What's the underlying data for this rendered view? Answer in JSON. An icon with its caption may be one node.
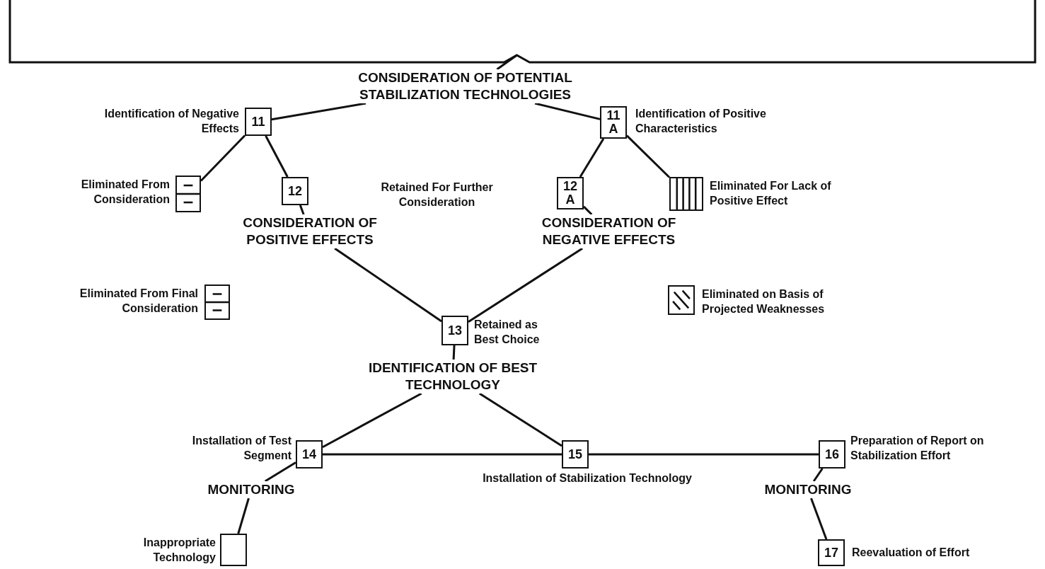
{
  "diagram": {
    "nodes": [
      {
        "text": [],
        "shape": "bracket"
      },
      {
        "text": [
          "CONSIDERATION OF POTENTIAL STABILIZATION TECHNOLOGIES"
        ]
      },
      {
        "text": [
          "11"
        ],
        "beside": [
          "Identification of Negative Effects"
        ]
      },
      {
        "text": [
          "11 A"
        ],
        "beside": [
          "Identification of Positive Characteristics"
        ]
      },
      {
        "text": [],
        "shape": "box",
        "beside": [
          "Eliminated From Consideration"
        ]
      },
      {
        "text": [
          "12"
        ]
      },
      {
        "text": [
          "12 A"
        ]
      },
      {
        "text": [],
        "shape": "box",
        "beside": [
          "Eliminated For Lack of Positive Effect"
        ]
      },
      {
        "text": [
          "CONSIDERATION OF POSITIVE EFFECTS"
        ]
      },
      {
        "text": [
          "CONSIDERATION OF NEGATIVE EFFECTS"
        ]
      },
      {
        "text": [],
        "shape": "box",
        "beside": [
          "Eliminated From Final Consideration"
        ]
      },
      {
        "text": [],
        "shape": "box",
        "beside": [
          "Eliminated on Basis of Projected Weaknesses"
        ]
      },
      {
        "text": [
          "13"
        ],
        "beside": [
          "Retained as Best Choice"
        ]
      },
      {
        "text": [
          "IDENTIFICATION OF BEST TECHNOLOGY"
        ]
      },
      {
        "text": [
          "14"
        ],
        "beside": [
          "Installation of Test Segment"
        ]
      },
      {
        "text": [
          "15"
        ],
        "beside": [
          "Installation of Stabilization Technology"
        ]
      },
      {
        "text": [
          "16"
        ],
        "beside": [
          "Preparation of Report on Stabilization Effort"
        ]
      },
      {
        "text": [
          "MONITORING"
        ]
      },
      {
        "text": [],
        "shape": "box",
        "beside": [
          "Inappropriate Technology"
        ]
      },
      {
        "text": [
          "MONITORING"
        ]
      },
      {
        "text": [
          "17"
        ],
        "beside": [
          "Reevaluation of Effort"
        ]
      }
    ],
    "edges": [
      {
        "from": 0,
        "to": 1,
        "arrow": "none"
      },
      {
        "from": 1,
        "to": 2,
        "arrow": "none"
      },
      {
        "from": 1,
        "to": 3,
        "arrow": "none"
      },
      {
        "from": 2,
        "to": 4,
        "arrow": "none"
      },
      {
        "from": 2,
        "to": 5,
        "arrow": "none"
      },
      {
        "from": 3,
        "to": 6,
        "arrow": "none"
      },
      {
        "from": 3,
        "to": 7,
        "arrow": "none"
      },
      {
        "from": 5,
        "to": 8,
        "arrow": "none"
      },
      {
        "from": 6,
        "to": 9,
        "arrow": "none"
      },
      {
        "from": 8,
        "to": 12,
        "arrow": "none"
      },
      {
        "from": 9,
        "to": 12,
        "arrow": "none"
      },
      {
        "from": 12,
        "to": 13,
        "arrow": "none"
      },
      {
        "from": 13,
        "to": 14,
        "arrow": "none"
      },
      {
        "from": 13,
        "to": 15,
        "arrow": "none"
      },
      {
        "from": 14,
        "to": 15,
        "arrow": "none"
      },
      {
        "from": 15,
        "to": 16,
        "arrow": "none"
      },
      {
        "from": 14,
        "to": 17,
        "arrow": "none"
      },
      {
        "from": 17,
        "to": 18,
        "arrow": "none"
      },
      {
        "from": 16,
        "to": 19,
        "arrow": "none"
      },
      {
        "from": 19,
        "to": 20,
        "arrow": "none"
      }
    ],
    "labels": [
      "Retained For Further Consideration"
    ]
  }
}
